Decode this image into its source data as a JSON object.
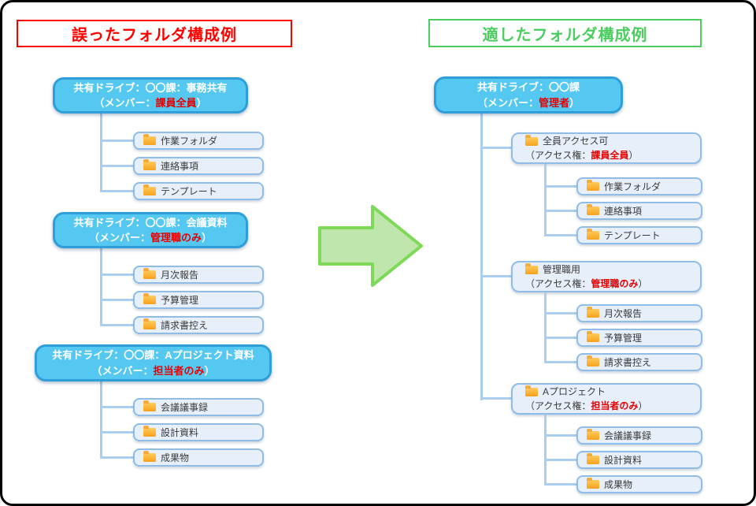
{
  "left": {
    "title": "誤ったフォルダ構成例",
    "groups": [
      {
        "drive": "共有ドライブ：〇〇課：事務共有",
        "member_prefix": "（メンバー：",
        "member": "課員全員",
        "member_suffix": "）",
        "children": [
          "作業フォルダ",
          "連絡事項",
          "テンプレート"
        ]
      },
      {
        "drive": "共有ドライブ：〇〇課：会議資料",
        "member_prefix": "（メンバー：",
        "member": "管理職のみ",
        "member_suffix": "）",
        "children": [
          "月次報告",
          "予算管理",
          "請求書控え"
        ]
      },
      {
        "drive": "共有ドライブ：〇〇課：Aプロジェクト資料",
        "member_prefix": "（メンバー：",
        "member": "担当者のみ",
        "member_suffix": "）",
        "children": [
          "会議議事録",
          "設計資料",
          "成果物"
        ]
      }
    ]
  },
  "right": {
    "title": "適したフォルダ構成例",
    "root": {
      "drive": "共有ドライブ：〇〇課",
      "member_prefix": "（メンバー：",
      "member": "管理者",
      "member_suffix": "）"
    },
    "folders": [
      {
        "name": "全員アクセス可",
        "access_prefix": "（アクセス権：",
        "access": "課員全員",
        "access_suffix": "）",
        "children": [
          "作業フォルダ",
          "連絡事項",
          "テンプレート"
        ]
      },
      {
        "name": "管理職用",
        "access_prefix": "（アクセス権：",
        "access": "管理職のみ",
        "access_suffix": "）",
        "children": [
          "月次報告",
          "予算管理",
          "請求書控え"
        ]
      },
      {
        "name": "Aプロジェクト",
        "access_prefix": "（アクセス権：",
        "access": "担当者のみ",
        "access_suffix": "）",
        "children": [
          "会議議事録",
          "設計資料",
          "成果物"
        ]
      }
    ]
  },
  "icons": {
    "folder": "folder-icon",
    "arrow": "transform-arrow-icon"
  },
  "colors": {
    "wrong_title_red": "#ff0000",
    "good_title_green": "#4ccd60",
    "drive_fill": "#55c8f2",
    "drive_border": "#2f9fd9",
    "node_fill": "#e7effa",
    "node_border": "#90bce8",
    "highlight_red": "#e60000",
    "connector_blue": "#abcdee",
    "arrow_fill": "#bfe6ad",
    "arrow_stroke": "#7ed957",
    "folder_icon_orange": "#f6a21d"
  }
}
